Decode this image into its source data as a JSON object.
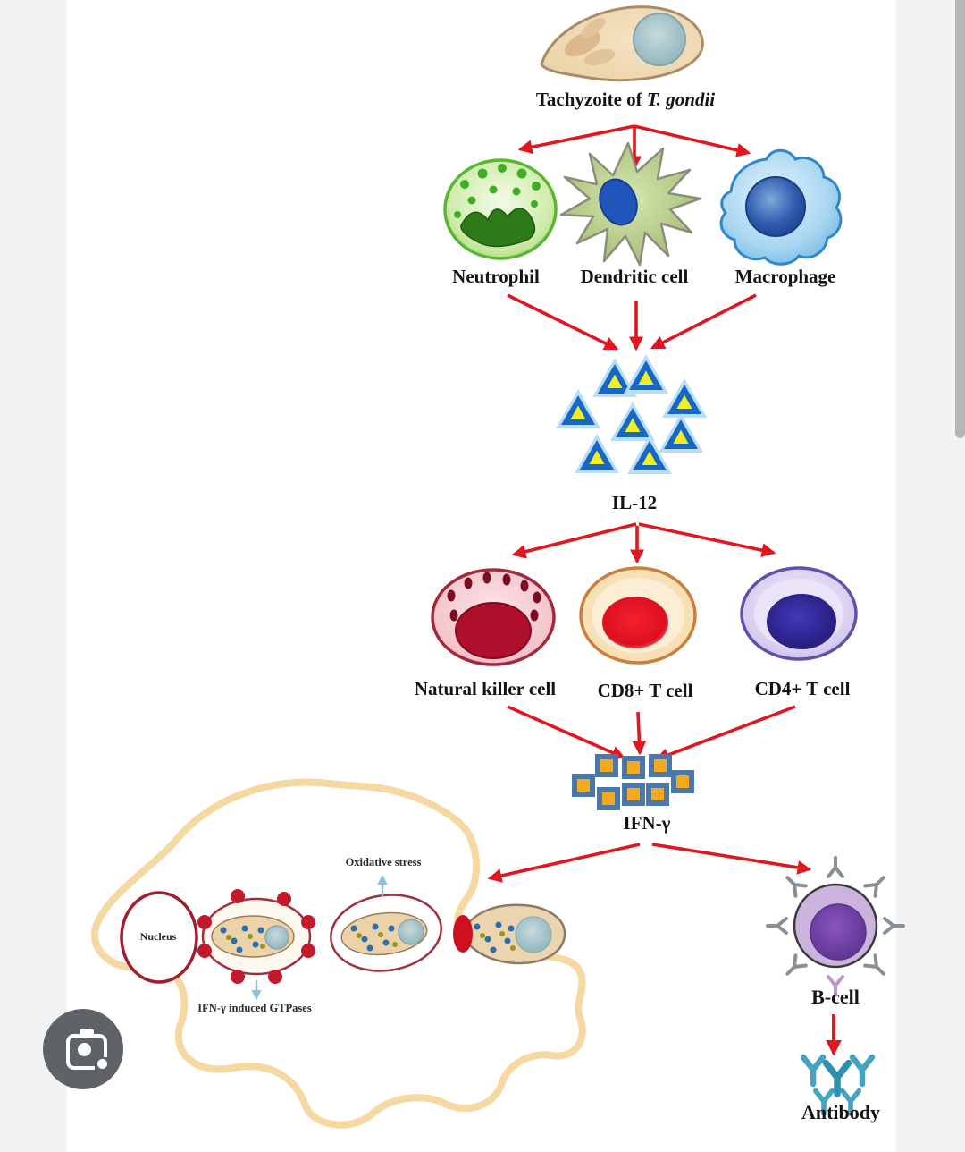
{
  "page": {
    "background": "#f1f2f4",
    "canvas_background": "#ffffff",
    "scrollbar_color": "#b4b7b7"
  },
  "overlay": {
    "lens_button_icon": "camera-lens-icon"
  },
  "diagram": {
    "title": {
      "prefix": "Tachyzoite of ",
      "species": "T. gondii"
    },
    "row1": {
      "neutrophil": "Neutrophil",
      "dendritic": "Dendritic cell",
      "macrophage": "Macrophage"
    },
    "cytokine1": "IL-12",
    "row2": {
      "nk": "Natural killer  cell",
      "cd8": "CD8+ T cell",
      "cd4": "CD4+ T cell"
    },
    "cytokine2": "IFN-γ",
    "host_cell": {
      "nucleus": "Nucleus",
      "oxidative": "Oxidative stress",
      "gtpases": "IFN-γ induced GTPases"
    },
    "bcell": "B-cell",
    "antibody": "Antibody",
    "colors": {
      "arrow_red": "#e1161f",
      "blue_annotation_arrow": "#8fc1dd",
      "il12_triangle": "#1668c4",
      "il12_core": "#f4ee20",
      "il12_halo": "#b8ddf6",
      "ifng_square": "#4a78aa",
      "ifng_core": "#f4a81c",
      "host_cell_membrane": "#b5303c",
      "bcell_body": "#cbb3dd",
      "bcell_nucleus": "#6b3fa0",
      "antibody_teal": "#45a3bf"
    }
  }
}
